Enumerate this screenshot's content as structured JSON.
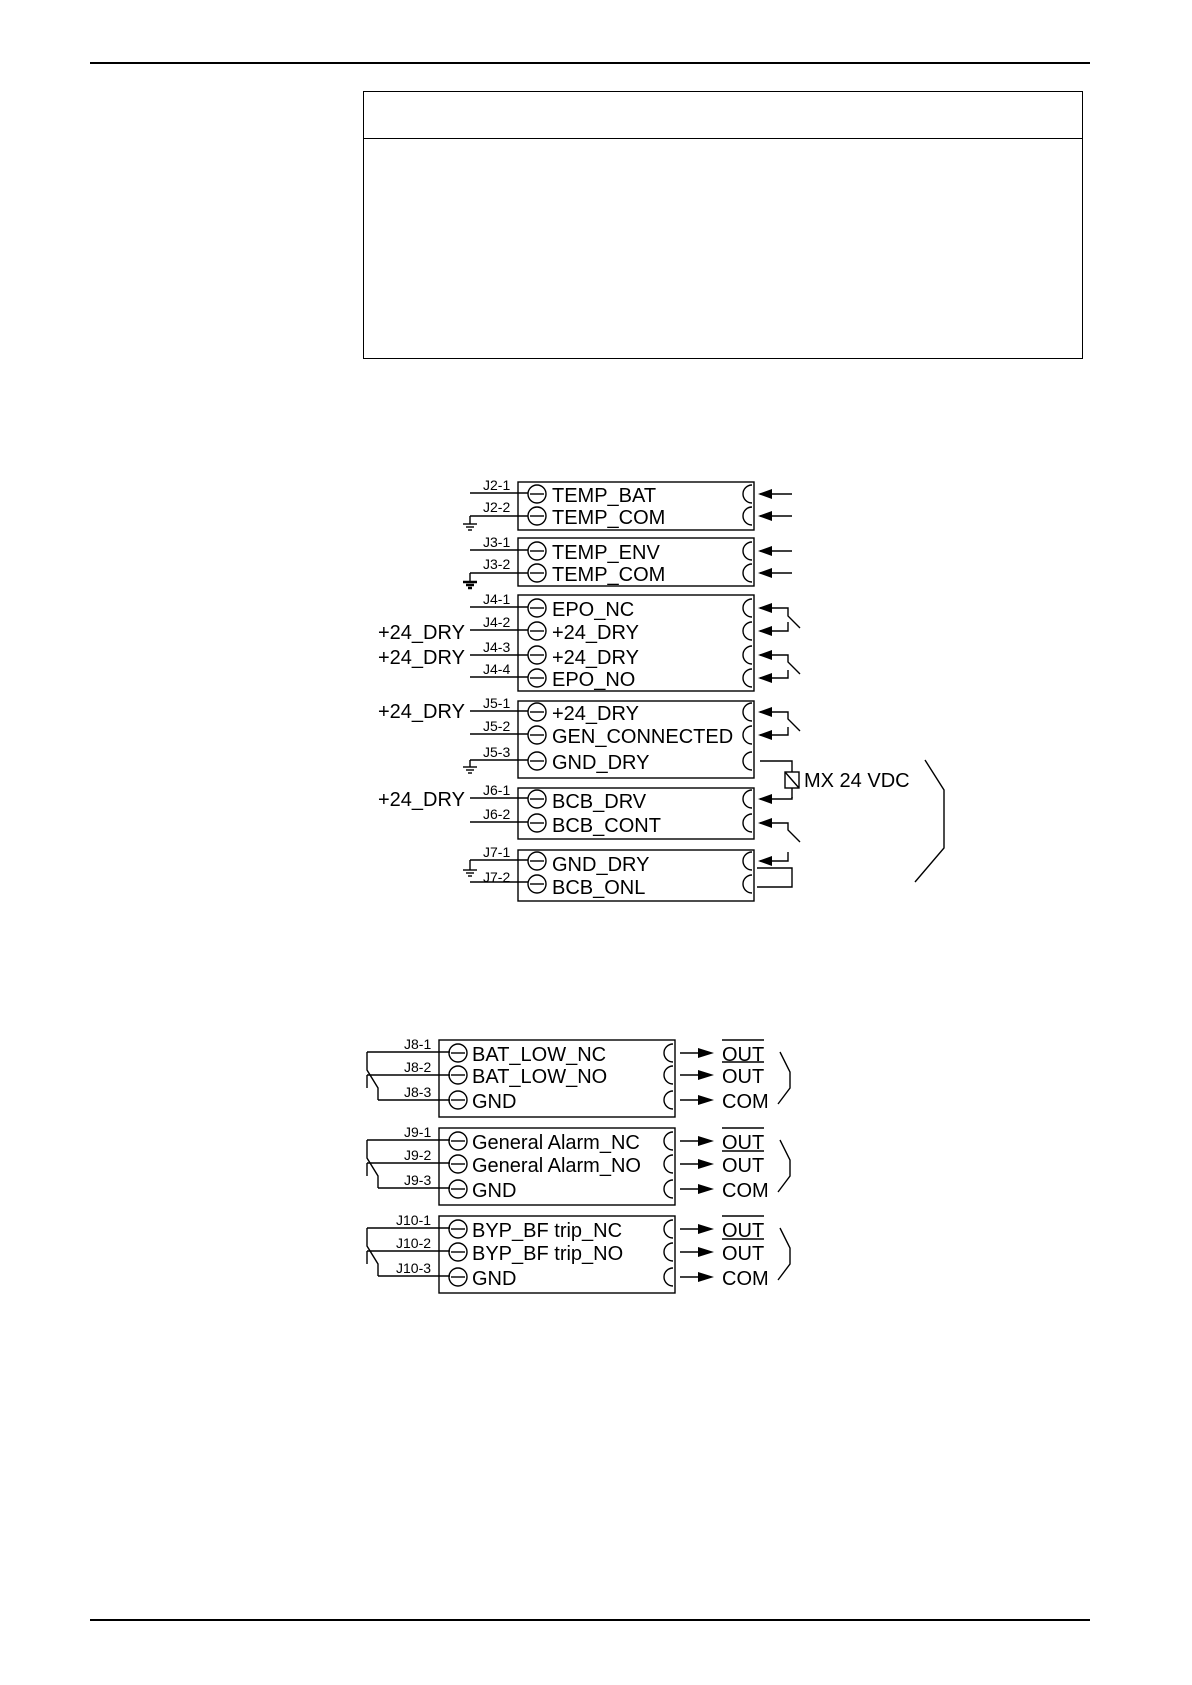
{
  "diagram_inputs": {
    "blocks": [
      {
        "terminals": [
          {
            "pin": "J2-1",
            "label": "TEMP_BAT"
          },
          {
            "pin": "J2-2",
            "label": "TEMP_COM"
          }
        ]
      },
      {
        "terminals": [
          {
            "pin": "J3-1",
            "label": "TEMP_ENV"
          },
          {
            "pin": "J3-2",
            "label": "TEMP_COM"
          }
        ]
      },
      {
        "terminals": [
          {
            "pin": "J4-1",
            "label": "EPO_NC"
          },
          {
            "pin": "J4-2",
            "label": "+24_DRY"
          },
          {
            "pin": "J4-3",
            "label": "+24_DRY"
          },
          {
            "pin": "J4-4",
            "label": "EPO_NO"
          }
        ]
      },
      {
        "terminals": [
          {
            "pin": "J5-1",
            "label": "+24_DRY"
          },
          {
            "pin": "J5-2",
            "label": "GEN_CONNECTED"
          },
          {
            "pin": "J5-3",
            "label": "GND_DRY"
          }
        ]
      },
      {
        "terminals": [
          {
            "pin": "J6-1",
            "label": "BCB_DRV"
          },
          {
            "pin": "J6-2",
            "label": "BCB_CONT"
          }
        ]
      },
      {
        "terminals": [
          {
            "pin": "J7-1",
            "label": "GND_DRY"
          },
          {
            "pin": "J7-2",
            "label": "BCB_ONL"
          }
        ]
      }
    ],
    "supply_labels": [
      "+24_DRY",
      "+24_DRY",
      "+24_DRY",
      "+24_DRY"
    ],
    "relay_label": "MX 24 VDC"
  },
  "diagram_outputs": {
    "blocks": [
      {
        "terminals": [
          {
            "pin": "J8-1",
            "label": "BAT_LOW_NC",
            "out": "OUT"
          },
          {
            "pin": "J8-2",
            "label": "BAT_LOW_NO",
            "out": "OUT"
          },
          {
            "pin": "J8-3",
            "label": "GND",
            "out": "COM"
          }
        ]
      },
      {
        "terminals": [
          {
            "pin": "J9-1",
            "label": "General Alarm_NC",
            "out": "OUT"
          },
          {
            "pin": "J9-2",
            "label": "General Alarm_NO",
            "out": "OUT"
          },
          {
            "pin": "J9-3",
            "label": "GND",
            "out": "COM"
          }
        ]
      },
      {
        "terminals": [
          {
            "pin": "J10-1",
            "label": "BYP_BF trip_NC",
            "out": "OUT"
          },
          {
            "pin": "J10-2",
            "label": "BYP_BF trip_NO",
            "out": "OUT"
          },
          {
            "pin": "J10-3",
            "label": "GND",
            "out": "COM"
          }
        ]
      }
    ]
  }
}
